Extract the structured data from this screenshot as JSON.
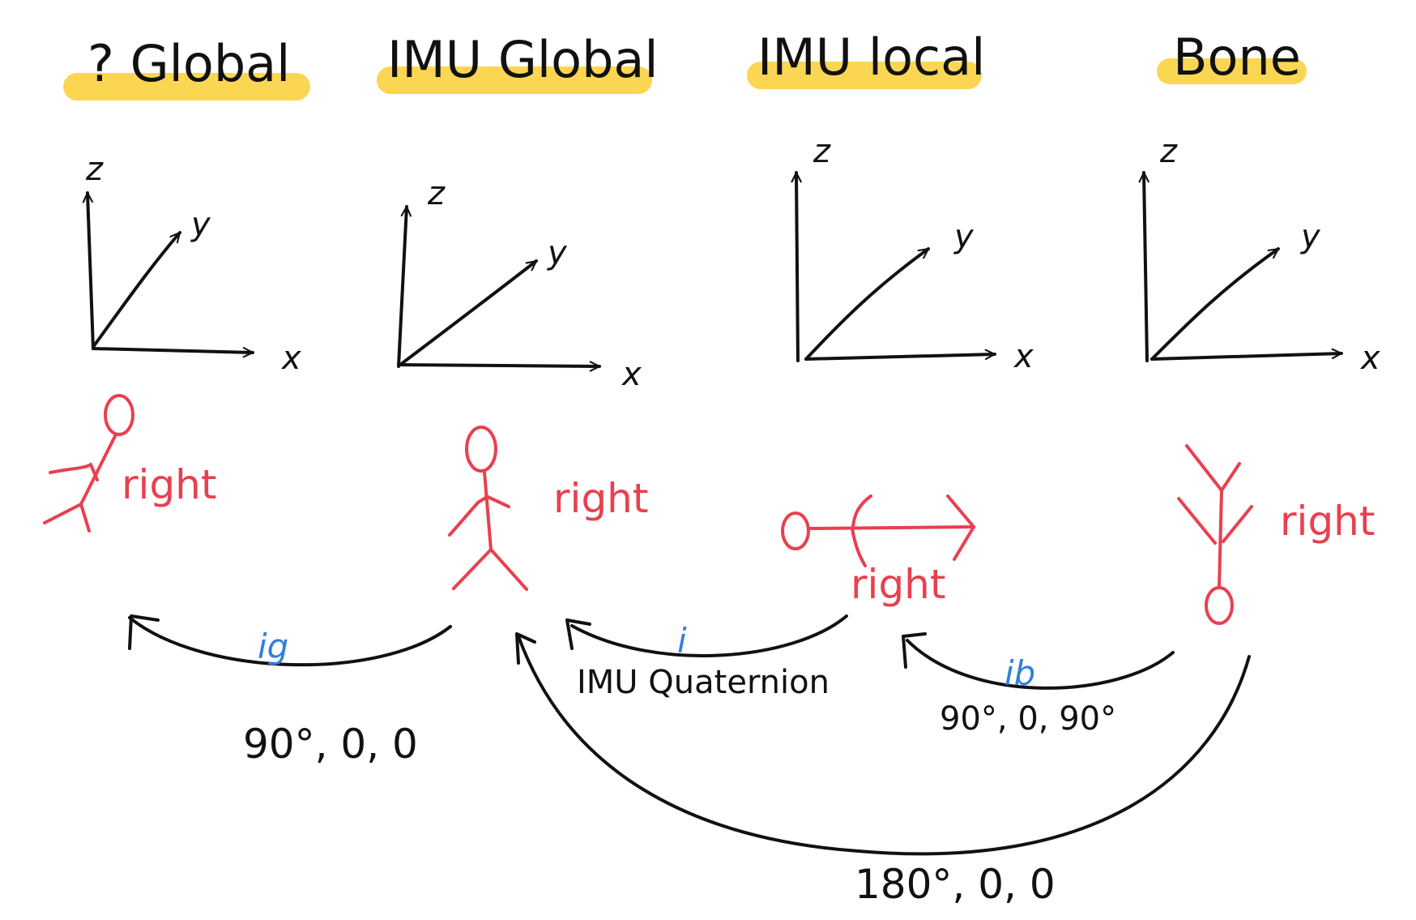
{
  "colors": {
    "ink": "#111111",
    "figure": "#e8404f",
    "rotation_label": "#2f7fe0",
    "highlight": "#fbd140"
  },
  "frames": [
    {
      "title": "? Global",
      "axes": {
        "x": "x",
        "y": "y",
        "z": "z"
      },
      "figure_label": "right"
    },
    {
      "title": "IMU Global",
      "axes": {
        "x": "x",
        "y": "y",
        "z": "z"
      },
      "figure_label": "right"
    },
    {
      "title": "IMU local",
      "axes": {
        "x": "x",
        "y": "y",
        "z": "z"
      },
      "figure_label": "right"
    },
    {
      "title": "Bone",
      "axes": {
        "x": "x",
        "y": "y",
        "z": "z"
      },
      "figure_label": "right"
    }
  ],
  "transforms": {
    "ig": {
      "label": "ig",
      "angles": "90°, 0, 0"
    },
    "i": {
      "label": "i",
      "description": "IMU Quaternion"
    },
    "ib": {
      "label": "ib",
      "angles": "90°, 0, 90°"
    },
    "bone_to_imu_global": {
      "angles": "180°, 0, 0"
    }
  }
}
